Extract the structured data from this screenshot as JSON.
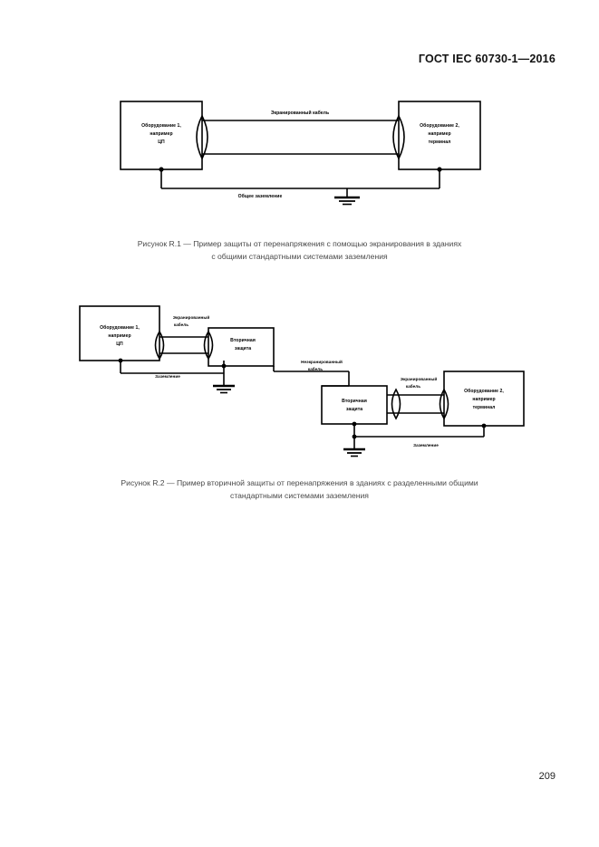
{
  "page": {
    "header": "ГОСТ IEC 60730-1—2016",
    "number": "209"
  },
  "figures": [
    {
      "id": "R.1",
      "caption_line1": "Рисунок R.1 — Пример защиты от перенапряжения с помощью экранирования в зданиях",
      "caption_line2": "с общими стандартными системами заземления",
      "labels": {
        "equipment1_l1": "Оборудование 1,",
        "equipment1_l2": "например",
        "equipment1_l3": "ЦП",
        "equipment2_l1": "Оборудование 2,",
        "equipment2_l2": "например",
        "equipment2_l3": "терминал",
        "shielded_cable": "Экранированный кабель",
        "common_earth": "Общее заземление"
      }
    },
    {
      "id": "R.2",
      "caption_line1": "Рисунок R.2 — Пример вторичной защиты от перенапряжения в зданиях с разделенными общими",
      "caption_line2": "стандартными системами заземления",
      "labels": {
        "equipment1_l1": "Оборудование 1,",
        "equipment1_l2": "например",
        "equipment1_l3": "ЦП",
        "equipment2_l1": "Оборудование 2,",
        "equipment2_l2": "например",
        "equipment2_l3": "терминал",
        "shielded_cable_l1": "Экранированный",
        "shielded_cable_l2": "кабель",
        "shielded_cable2_l1": "Экранированный",
        "shielded_cable2_l2": "кабель",
        "secondary_protection_l1": "Вторичная",
        "secondary_protection_l2": "защита",
        "secondary_protection2_l1": "Вторичная",
        "secondary_protection2_l2": "защита",
        "unshielded_cable_l1": "Неэкранированный",
        "unshielded_cable_l2": "кабель",
        "earthing1": "Заземление",
        "earthing2": "Заземление"
      }
    }
  ]
}
